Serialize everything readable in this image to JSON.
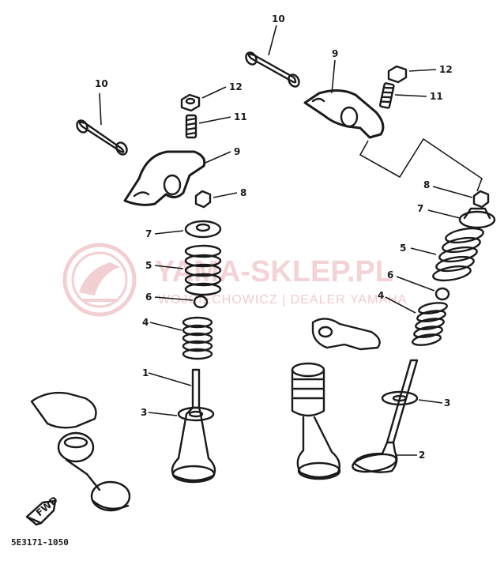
{
  "callouts": {
    "l_10": "10",
    "l_12": "12",
    "l_11": "11",
    "l_9": "9",
    "l_8": "8",
    "l_7": "7",
    "l_5": "5",
    "l_6": "6",
    "l_4": "4",
    "l_1": "1",
    "l_3": "3",
    "r_10": "10",
    "r_9": "9",
    "r_12": "12",
    "r_11": "11",
    "r_8": "8",
    "r_7": "7",
    "r_5": "5",
    "r_6": "6",
    "r_4": "4",
    "r_3": "3",
    "r_2": "2"
  },
  "diagram_code": "5E3171-1050",
  "fwd_label": "FWD",
  "watermark": {
    "title": "YAMA-SKLEP.PL",
    "subtitle": "WOJCIECHOWICZ | DEALER YAMAHA"
  },
  "colors": {
    "ink": "#1a1a1a",
    "watermark": "#e6a0a6"
  }
}
